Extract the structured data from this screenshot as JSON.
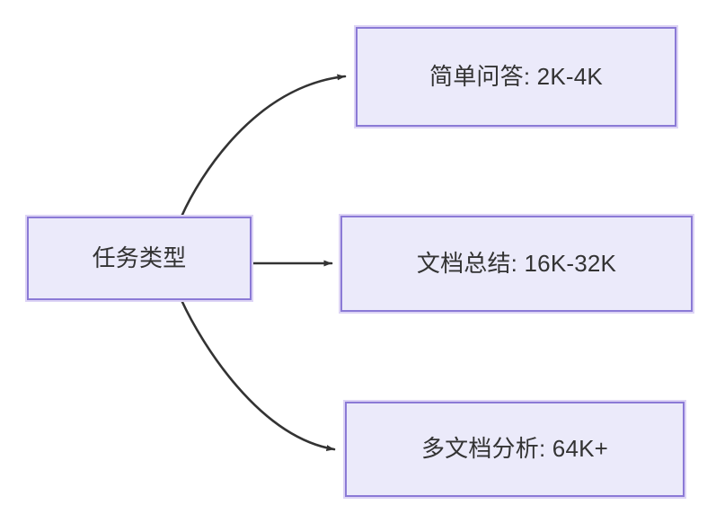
{
  "diagram": {
    "type": "flowchart",
    "direction": "left-to-right",
    "background_color": "#ffffff",
    "node_fill_color": "#ebeafa",
    "node_border_color": "#8b7ad6",
    "node_text_color": "#333333",
    "edge_color": "#333333",
    "root": {
      "id": "root",
      "label": "任务类型"
    },
    "branches": [
      {
        "id": "simple-qa",
        "label": "简单问答: 2K-4K",
        "task": "简单问答",
        "context_length": "2K-4K",
        "edge_style": "curved"
      },
      {
        "id": "doc-summary",
        "label": "文档总结: 16K-32K",
        "task": "文档总结",
        "context_length": "16K-32K",
        "edge_style": "straight"
      },
      {
        "id": "multi-doc",
        "label": "多文档分析: 64K+",
        "task": "多文档分析",
        "context_length": "64K+",
        "edge_style": "curved"
      }
    ]
  }
}
